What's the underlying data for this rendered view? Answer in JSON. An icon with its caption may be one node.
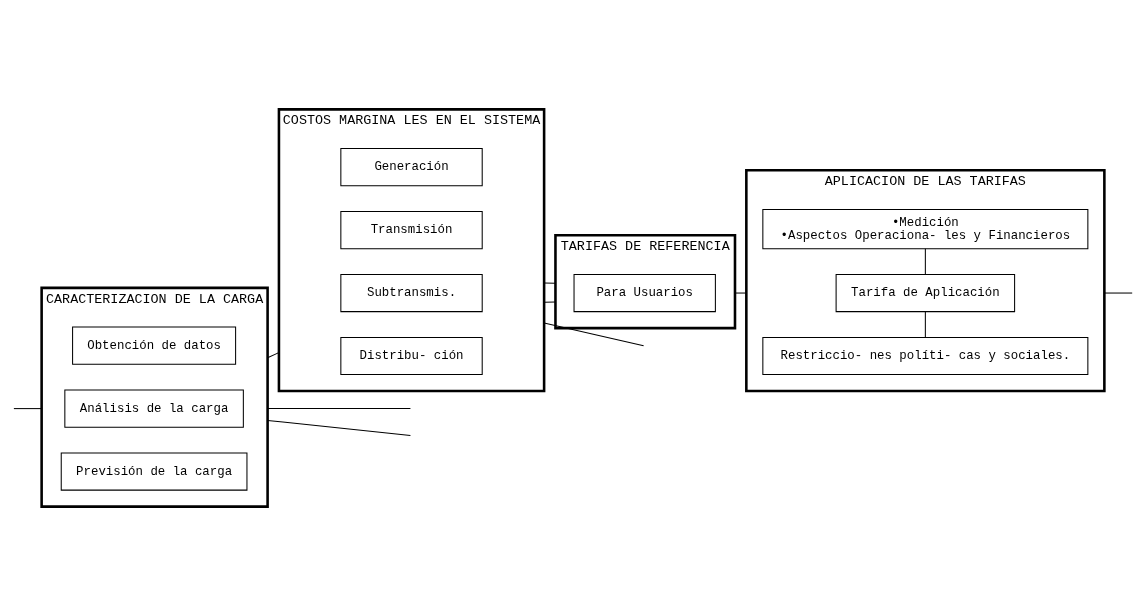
{
  "diagram": {
    "nodes": [
      {
        "text": [
          "CARACTERIZACION DE LA CARGA"
        ]
      },
      {
        "text": [
          "Obtención de datos"
        ],
        "in": 0
      },
      {
        "text": [
          "Análisis de la carga"
        ],
        "in": 0
      },
      {
        "text": [
          "Previsión de la carga"
        ],
        "in": 0
      },
      {
        "text": [
          "COSTOS MARGINA LES EN EL SISTEMA"
        ]
      },
      {
        "text": [
          "Generación"
        ],
        "in": 4
      },
      {
        "text": [
          "Transmisión"
        ],
        "in": 4
      },
      {
        "text": [
          "Subtransmis."
        ],
        "in": 4
      },
      {
        "text": [
          "Distribu- ción"
        ],
        "in": 4
      },
      {
        "text": [
          "TARIFAS DE REFERENCIA"
        ]
      },
      {
        "text": [
          "Para Usuarios"
        ],
        "in": 9
      },
      {
        "text": [
          "APLICACION DE LAS TARIFAS"
        ]
      },
      {
        "text": [
          "•Medición",
          "•Aspectos Operaciona- les y Financieros"
        ],
        "in": 11
      },
      {
        "text": [
          "Tarifa de Aplicación"
        ],
        "in": 11
      },
      {
        "text": [
          "Restriccio- nes políti- cas y sociales."
        ],
        "in": 11
      }
    ],
    "edges": [
      {
        "from": null,
        "to": 0,
        "arrow": "none"
      },
      {
        "from": 0,
        "to": null,
        "arrow": "none"
      },
      {
        "from": 0,
        "to": null,
        "arrow": "none"
      },
      {
        "from": 0,
        "to": 4,
        "arrow": "none"
      },
      {
        "from": 4,
        "to": 9,
        "arrow": "none"
      },
      {
        "from": 4,
        "to": 9,
        "arrow": "none"
      },
      {
        "from": 4,
        "to": null,
        "arrow": "none"
      },
      {
        "from": 9,
        "to": 11,
        "arrow": "none"
      },
      {
        "from": 11,
        "to": null,
        "arrow": "none"
      },
      {
        "from": 12,
        "to": 13,
        "arrow": "none"
      },
      {
        "from": 13,
        "to": 14,
        "arrow": "none"
      }
    ]
  }
}
